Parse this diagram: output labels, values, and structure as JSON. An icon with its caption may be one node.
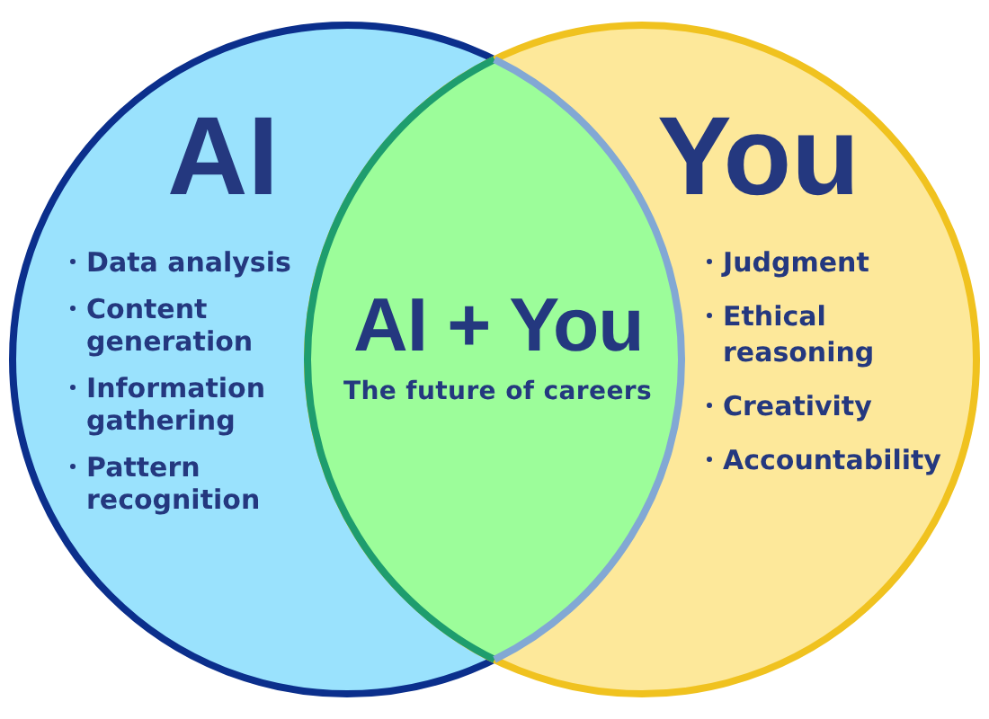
{
  "diagram": {
    "nodes": [
      {
        "text": [
          "AI",
          "Data analysis",
          "Content generation",
          "Information gathering",
          "Pattern recognition"
        ]
      },
      {
        "text": [
          "You",
          "Judgment",
          "Ethical reasoning",
          "Creativity",
          "Accountability"
        ]
      },
      {
        "text": [
          "AI + You",
          "The future of careers"
        ]
      }
    ]
  }
}
